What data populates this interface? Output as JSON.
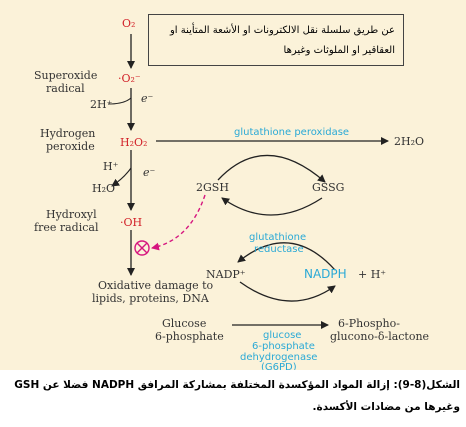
{
  "note_box": {
    "text": "عن طريق سلسلة نقل الالكترونات او الأشعة المتأينة او العقاقير او الملوثات وغيرها"
  },
  "pathway": {
    "o2": "O₂",
    "superoxide_label_1": "Superoxide",
    "superoxide_label_2": "radical",
    "superoxide_formula": "·O₂⁻",
    "step1_cofactor": "2H⁺",
    "electron": "e⁻",
    "hydrogen_peroxide_label_1": "Hydrogen",
    "hydrogen_peroxide_label_2": "peroxide",
    "hydrogen_peroxide_formula": "H₂O₂",
    "step2_cofactor": "H⁺",
    "step2_product": "H₂O",
    "hydroxyl_label_1": "Hydroxyl",
    "hydroxyl_label_2": "free radical",
    "hydroxyl_formula": "·OH",
    "damage_line_1": "Oxidative damage to",
    "damage_line_2": "lipids, proteins, DNA"
  },
  "glutathione_cycle": {
    "enzyme": "glutathione peroxidase",
    "product": "2H₂O",
    "gsh": "2GSH",
    "gssg": "GSSG",
    "reductase_1": "glutathione",
    "reductase_2": "reductase"
  },
  "nadph_cycle": {
    "nadp": "NADP⁺",
    "nadph": "NADPH",
    "nadph_suffix": "+ H⁺"
  },
  "pentose_step": {
    "substrate_1": "Glucose",
    "substrate_2": "6-phosphate",
    "product_1": "6-Phospho-",
    "product_2": "glucono-δ-lactone",
    "enzyme_1": "glucose",
    "enzyme_2": "6-phosphate",
    "enzyme_3": "dehydrogenase",
    "enzyme_4": "(G6PD)"
  },
  "caption": {
    "text": "الشكل(8-9): إزالة المواد المؤكسدة المختلفة بمشاركة المرافق NADPH فضلا عن GSH وغيرها من مضادات الأكسدة."
  },
  "colors": {
    "background": "#fbf2d9",
    "red": "#d2232a",
    "cyan": "#2aa9d6",
    "magenta": "#d6167f",
    "text": "#333333"
  }
}
